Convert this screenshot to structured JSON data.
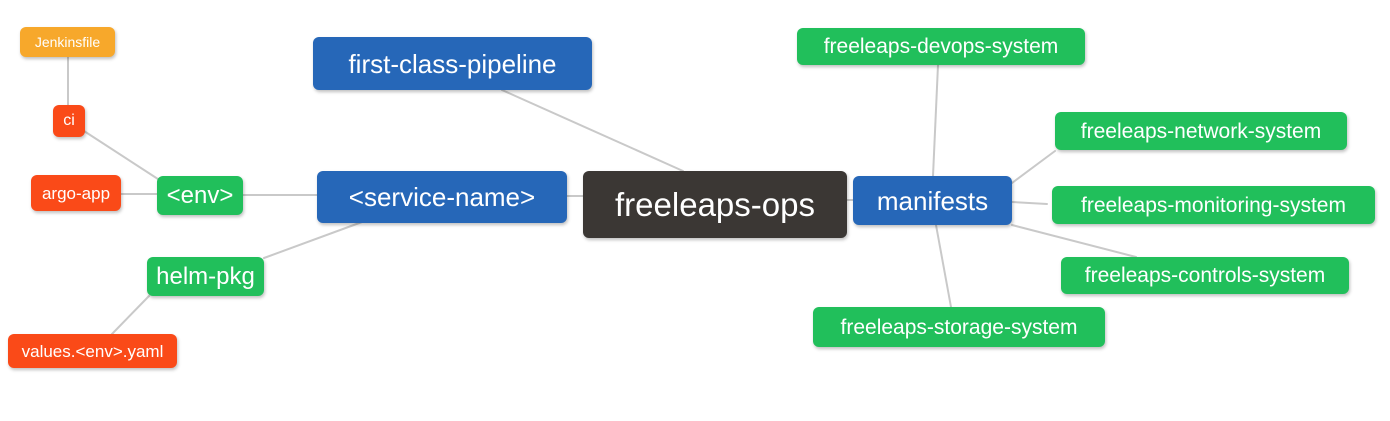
{
  "diagram": {
    "kind": "mindmap",
    "root_label": "freeleaps-ops",
    "background": "#ffffff",
    "connector_color": "#c9c9c9"
  },
  "palette": {
    "root_dark": "#3b3734",
    "branch_blue": "#2667b8",
    "leaf_green": "#21bf5b",
    "leaf_red": "#fa4a18",
    "leaf_orange": "#f7a82b",
    "text": "#ffffff"
  },
  "nodes": [
    {
      "id": "jenkinsfile",
      "label": "Jenkinsfile",
      "color": "#f7a82b",
      "level": "leaf"
    },
    {
      "id": "ci",
      "label": "ci",
      "color": "#fa4a18",
      "level": "leaf"
    },
    {
      "id": "argo-app",
      "label": "argo-app",
      "color": "#fa4a18",
      "level": "leaf"
    },
    {
      "id": "env",
      "label": "<env>",
      "color": "#21bf5b",
      "level": "sub-branch"
    },
    {
      "id": "first-class-pipeline",
      "label": "first-class-pipeline",
      "color": "#2667b8",
      "level": "branch"
    },
    {
      "id": "service-name",
      "label": "<service-name>",
      "color": "#2667b8",
      "level": "branch"
    },
    {
      "id": "helm-pkg",
      "label": "helm-pkg",
      "color": "#21bf5b",
      "level": "sub-branch"
    },
    {
      "id": "values-env-yaml",
      "label": "values.<env>.yaml",
      "color": "#fa4a18",
      "level": "leaf"
    },
    {
      "id": "freeleaps-ops",
      "label": "freeleaps-ops",
      "color": "#3b3734",
      "level": "root"
    },
    {
      "id": "manifests",
      "label": "manifests",
      "color": "#2667b8",
      "level": "branch"
    },
    {
      "id": "freeleaps-devops-system",
      "label": "freeleaps-devops-system",
      "color": "#21bf5b",
      "level": "leaf"
    },
    {
      "id": "freeleaps-network-system",
      "label": "freeleaps-network-system",
      "color": "#21bf5b",
      "level": "leaf"
    },
    {
      "id": "freeleaps-monitoring-system",
      "label": "freeleaps-monitoring-system",
      "color": "#21bf5b",
      "level": "leaf"
    },
    {
      "id": "freeleaps-controls-system",
      "label": "freeleaps-controls-system",
      "color": "#21bf5b",
      "level": "leaf"
    },
    {
      "id": "freeleaps-storage-system",
      "label": "freeleaps-storage-system",
      "color": "#21bf5b",
      "level": "leaf"
    }
  ],
  "edges": [
    {
      "from": "ci",
      "to": "jenkinsfile"
    },
    {
      "from": "env",
      "to": "ci"
    },
    {
      "from": "env",
      "to": "argo-app"
    },
    {
      "from": "service-name",
      "to": "env"
    },
    {
      "from": "service-name",
      "to": "helm-pkg"
    },
    {
      "from": "helm-pkg",
      "to": "values-env-yaml"
    },
    {
      "from": "freeleaps-ops",
      "to": "first-class-pipeline"
    },
    {
      "from": "freeleaps-ops",
      "to": "service-name"
    },
    {
      "from": "freeleaps-ops",
      "to": "manifests"
    },
    {
      "from": "manifests",
      "to": "freeleaps-devops-system"
    },
    {
      "from": "manifests",
      "to": "freeleaps-network-system"
    },
    {
      "from": "manifests",
      "to": "freeleaps-monitoring-system"
    },
    {
      "from": "manifests",
      "to": "freeleaps-controls-system"
    },
    {
      "from": "manifests",
      "to": "freeleaps-storage-system"
    }
  ]
}
